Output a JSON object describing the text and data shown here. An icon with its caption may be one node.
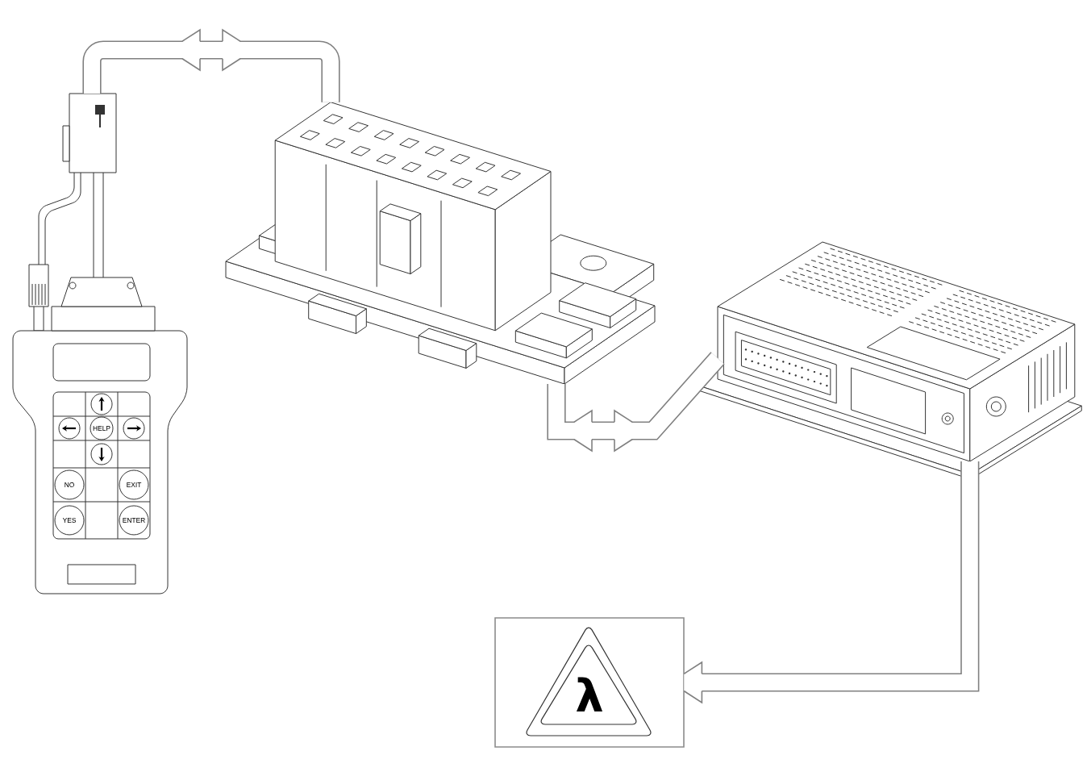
{
  "diagram": {
    "nodes": [
      {
        "text": [],
        "shape": "picture"
      },
      {
        "text": [],
        "shape": "picture"
      },
      {
        "text": [],
        "shape": "picture"
      },
      {
        "text": [
          "λ"
        ]
      }
    ],
    "edges": [
      {
        "from": 0,
        "to": 1,
        "arrow": "none"
      },
      {
        "from": 1,
        "to": 2,
        "arrow": "none"
      },
      {
        "from": 2,
        "to": 3,
        "arrow": "to"
      }
    ],
    "labels": [
      "HELP",
      "NO",
      "EXIT",
      "YES",
      "ENTER"
    ]
  }
}
